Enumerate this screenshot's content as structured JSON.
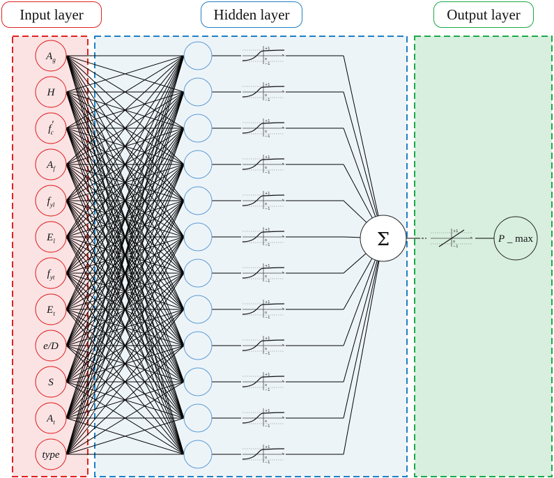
{
  "layers": {
    "input_title": "Input layer",
    "hidden_title": "Hidden layer",
    "output_title": "Output layer"
  },
  "input_nodes": [
    {
      "base": "A",
      "sub": "g",
      "prime": ""
    },
    {
      "base": "H",
      "sub": "",
      "prime": ""
    },
    {
      "base": "f",
      "sub": "c",
      "prime": "′"
    },
    {
      "base": "A",
      "sub": "f",
      "prime": ""
    },
    {
      "base": "f",
      "sub": "yl",
      "prime": ""
    },
    {
      "base": "E",
      "sub": "l",
      "prime": ""
    },
    {
      "base": "f",
      "sub": "yt",
      "prime": ""
    },
    {
      "base": "E",
      "sub": "t",
      "prime": ""
    },
    {
      "base": "e/D",
      "sub": "",
      "prime": ""
    },
    {
      "base": "S",
      "sub": "",
      "prime": ""
    },
    {
      "base": "A",
      "sub": "t",
      "prime": ""
    },
    {
      "base": "type",
      "sub": "",
      "prime": ""
    }
  ],
  "hidden_neuron_count": 12,
  "activation_ticks": {
    "pos": "+1",
    "zero": "o",
    "neg": "−1"
  },
  "sum_symbol": "Σ",
  "output_node": {
    "italic": "P",
    "rest": " _ max"
  },
  "colors": {
    "input_fill": "#fbe3e4",
    "input_border": "#e02020",
    "hidden_fill": "#edf4f8",
    "hidden_border": "#1f7fc4",
    "output_fill": "#d8efdf",
    "output_border": "#1aa84a",
    "neuron_stroke": "#5b9bd5"
  },
  "icons": [
    "sigmoid-activation-icon",
    "linear-activation-icon",
    "summation-icon"
  ]
}
